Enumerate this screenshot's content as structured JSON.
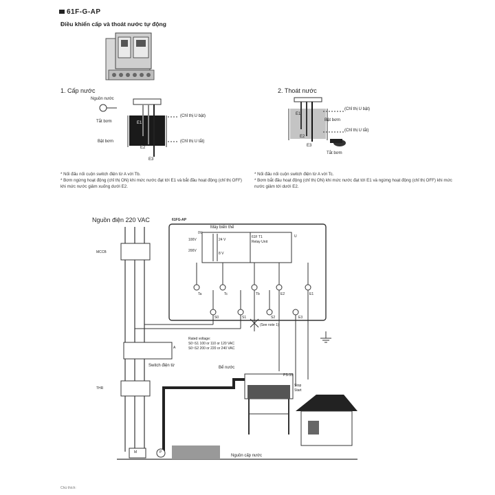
{
  "header": {
    "model": "61F-G-AP",
    "subtitle": "Điều khiển cấp và thoát nước tự động"
  },
  "supply": {
    "title": "1. Cấp nước",
    "power_label": "Nguồn nước",
    "pump_off": "Tắt bơm",
    "pump_on": "Bật bơm",
    "u_off": "(Chỉ thị U bật)",
    "u_on": "(Chỉ thị U tắt)",
    "e1": "E1",
    "e2": "E2",
    "e3": "E3",
    "note_1": "* Nối đấu nối cuộn switch điện từ A với Tb.",
    "note_2": "* Bơm ngừng hoạt động (chỉ thị ON) khi mức nước đạt tới E1 và bắt đầu hoạt động (chỉ thị OFF) khi mức nước giảm xuống dưới E2."
  },
  "drain": {
    "title": "2. Thoát nước",
    "u_on": "(Chỉ thị U bật)",
    "u_off": "(Chỉ thị U tắt)",
    "pump_on": "Bật bơm",
    "pump_off": "Tắt bơm",
    "e1": "E1",
    "e2": "E2",
    "e3": "E3",
    "note_1": "* Nối đấu nối cuộn switch điện từ A với Tc.",
    "note_2": "* Bơm bắt đầu hoạt động (chỉ thị ON) khi mức nước đạt tới E1 và ngừng hoạt động (chỉ thị OFF) khi mức nước giảm tới dưới E2."
  },
  "wiring": {
    "power_label": "Nguồn điện 220 VAC",
    "relay_label": "61FG-AP",
    "transformer_label": "Máy biến thế",
    "v24": "24 V",
    "v8": "8 V",
    "v0": "0V",
    "v100": "100V",
    "v200": "200V",
    "relay_unit_1": "61F T1",
    "relay_unit_2": "Relay Unit",
    "u_label": "U",
    "terminals": [
      "Ta",
      "Tc",
      "Tb",
      "E2",
      "E1"
    ],
    "bottom_terminals": [
      "S0",
      "S1",
      "S2",
      "E3"
    ],
    "see_note": "(See note 1)",
    "mccb": "MCCB",
    "thr": "THR",
    "switch_label": "Switch điện từ",
    "a_label": "A",
    "rated_title": "Rated voltage:",
    "rated_1": "S0~S1    100 or 110 or 120 VAC",
    "rated_2": "S0~S2    200 or 220 or 240 VAC",
    "tank_label": "Bể nước",
    "ps_label": "PS-3S",
    "stop_label": "Stop",
    "start_label": "Start",
    "motor": "M",
    "pump": "P",
    "source_label": "Nguồn cấp nước"
  },
  "footer": {
    "text": "Chú thích:"
  }
}
